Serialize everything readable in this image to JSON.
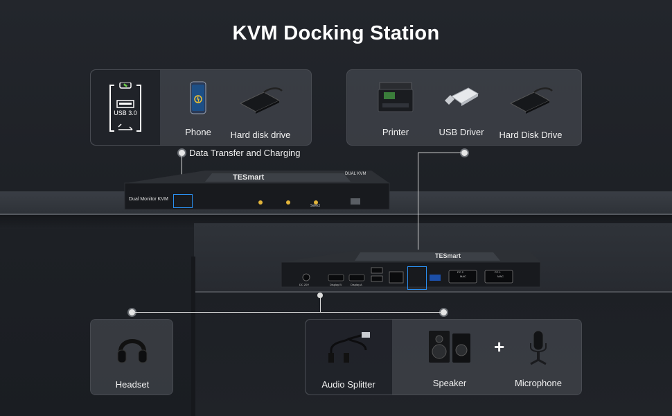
{
  "title": "KVM Docking Station",
  "top_left_panel": {
    "usb_badge": "USB 3.0",
    "items": [
      {
        "label": "Phone",
        "icon": "phone-icon"
      },
      {
        "label": "Hard disk drive",
        "icon": "hard-disk-icon"
      }
    ]
  },
  "top_right_panel": {
    "items": [
      {
        "label": "Printer",
        "icon": "printer-icon"
      },
      {
        "label": "USB Driver",
        "icon": "usb-flash-drive-icon"
      },
      {
        "label": "Hard Disk Drive",
        "icon": "hard-disk-icon"
      }
    ]
  },
  "annotation": "Data Transfer and Charging",
  "front_device": {
    "brand": "TESmart",
    "model_label": "Dual Monitor KVM",
    "tag": "DUAL KVM",
    "select_label": "Select"
  },
  "rear_device": {
    "brand": "TESmart",
    "port_labels": [
      "DC 20V",
      "Display B",
      "Display A",
      "PC 2",
      "PC 1",
      "MAC",
      "MAC"
    ]
  },
  "bottom_left_panel": {
    "items": [
      {
        "label": "Headset",
        "icon": "headset-icon"
      }
    ]
  },
  "bottom_right_panel": {
    "items": [
      {
        "label": "Audio Splitter",
        "icon": "audio-splitter-icon"
      },
      {
        "label": "Speaker",
        "icon": "speaker-icon"
      },
      {
        "label": "Microphone",
        "icon": "microphone-icon"
      }
    ],
    "plus": "+"
  },
  "colors": {
    "accent": "#2a8ff0",
    "background": "#1e2127",
    "panel": "#4e525a"
  }
}
